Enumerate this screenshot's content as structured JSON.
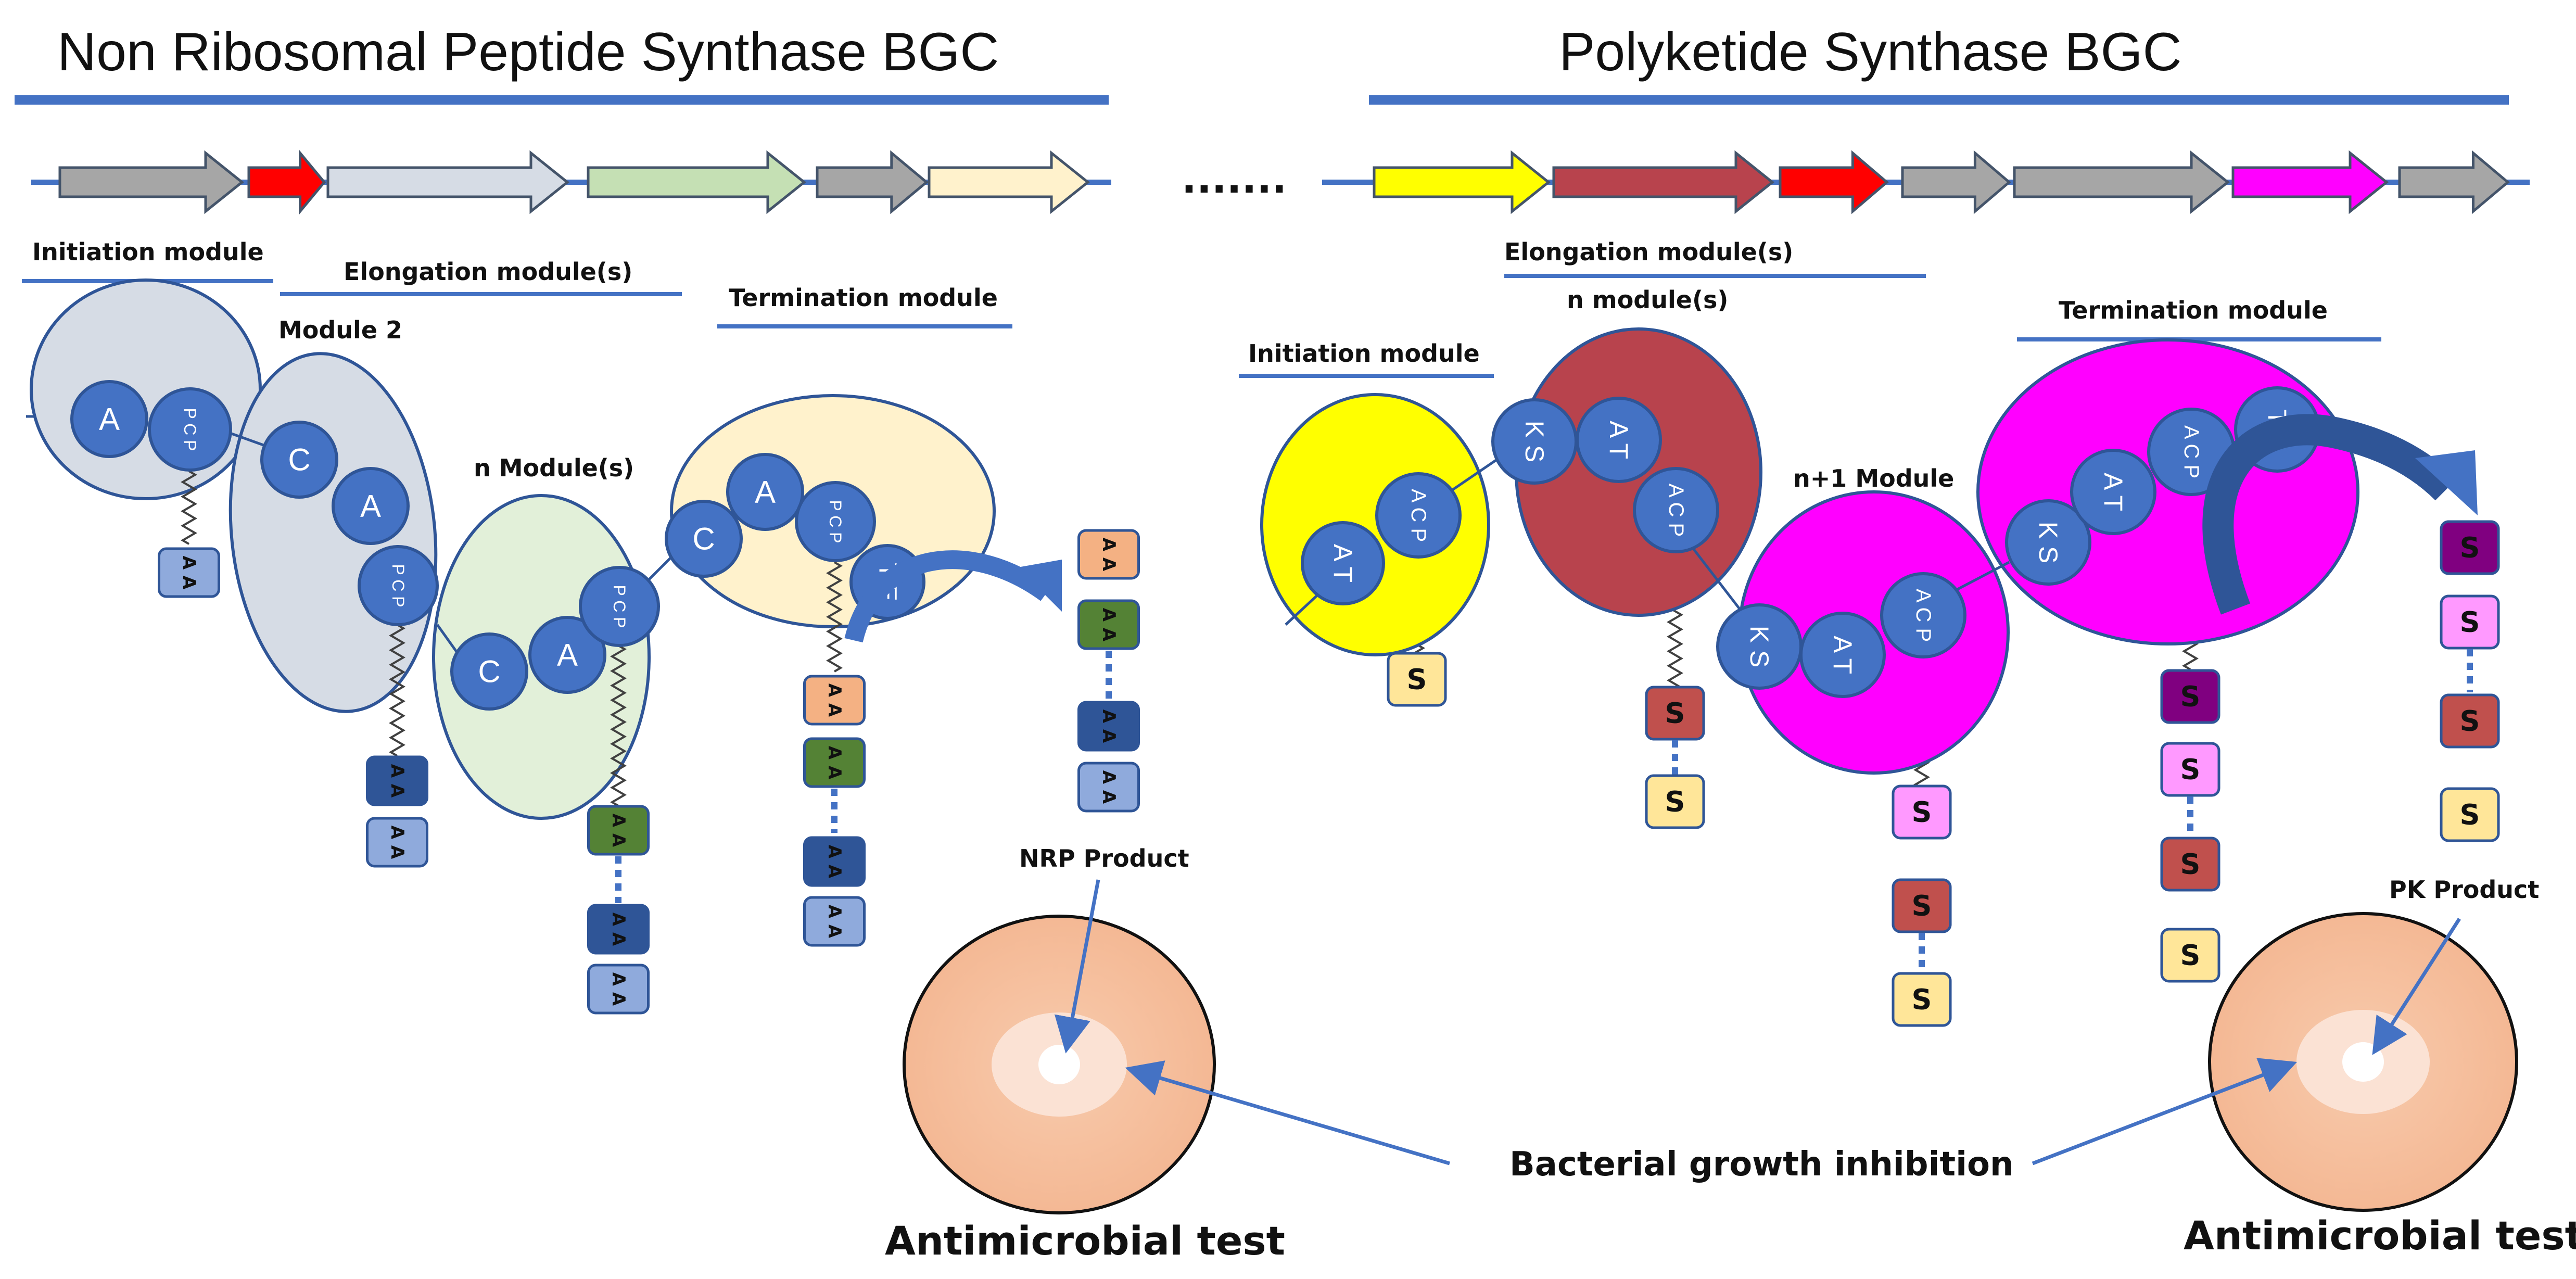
{
  "titles": {
    "nrps": "Non Ribosomal Peptide Synthase BGC",
    "pks": "Polyketide Synthase BGC"
  },
  "ellipsis": ".......",
  "nrps": {
    "initiation_label": "Initiation module",
    "elongation_label": "Elongation module(s)",
    "module2_label": "Module 2",
    "n_modules_label": "n Module(s)",
    "termination_label": "Termination module",
    "product_label": "NRP Product",
    "gene_colors": [
      "#a6a6a6",
      "#ff0000",
      "#d6dce5",
      "#c5e0b4",
      "#a6a6a6",
      "#fff2cc"
    ],
    "module_colors": [
      "#d6dce5",
      "#d6dce5",
      "#e2f0d9",
      "#fff2cc"
    ]
  },
  "pks": {
    "initiation_label": "Initiation module",
    "elongation_label": "Elongation module(s)",
    "n_modules_label": "n module(s)",
    "n1_module_label": "n+1 Module",
    "termination_label": "Termination module",
    "product_label": "PK Product",
    "gene_colors": [
      "#ffff00",
      "#b8434d",
      "#ff0000",
      "#a6a6a6",
      "#a6a6a6",
      "#ff00ff",
      "#a6a6a6"
    ],
    "module_colors": [
      "#ffff00",
      "#b8434d",
      "#ff00ff",
      "#ff00ff"
    ]
  },
  "domains": {
    "A": "A",
    "C": "C",
    "PCP": "P C P",
    "TE": "T E",
    "KS": "K S",
    "AT": "A T",
    "ACP": "A C P"
  },
  "units": {
    "AA": "A A",
    "S": "S"
  },
  "colors": {
    "domain_blue": "#4472c4",
    "domain_stroke": "#2f5597",
    "accent_line": "#4472c4",
    "aa_light": "#8faadc",
    "aa_dark": "#2f5597",
    "aa_green": "#548235",
    "aa_orange": "#f4b183",
    "s_yellow": "#ffe699",
    "s_red": "#c0504d",
    "s_pink": "#ff99ff",
    "s_purple": "#800080",
    "plate": "#f8cbad"
  },
  "growth_inhibition_label": "Bacterial growth inhibition",
  "antimicrobial_test_labels": [
    "Antimicrobial test",
    "Antimicrobial test"
  ]
}
